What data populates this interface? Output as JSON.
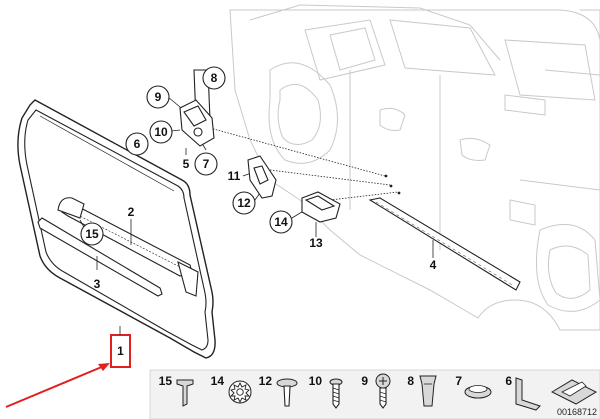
{
  "colors": {
    "highlight": "#e02020",
    "outline": "#222222",
    "background_car": "#c9c9c9",
    "legend_bg": "#f2f2f2"
  },
  "callouts": {
    "c1": "1",
    "c2": "2",
    "c3": "3",
    "c4": "4",
    "c5": "5",
    "c6": "6",
    "c7": "7",
    "c8": "8",
    "c9": "9",
    "c10": "10",
    "c11": "11",
    "c12": "12",
    "c13": "13",
    "c14": "14",
    "c15": "15"
  },
  "legend": {
    "items": [
      "15",
      "14",
      "12",
      "10",
      "9",
      "8",
      "7",
      "6"
    ]
  },
  "document_number": "00168712"
}
